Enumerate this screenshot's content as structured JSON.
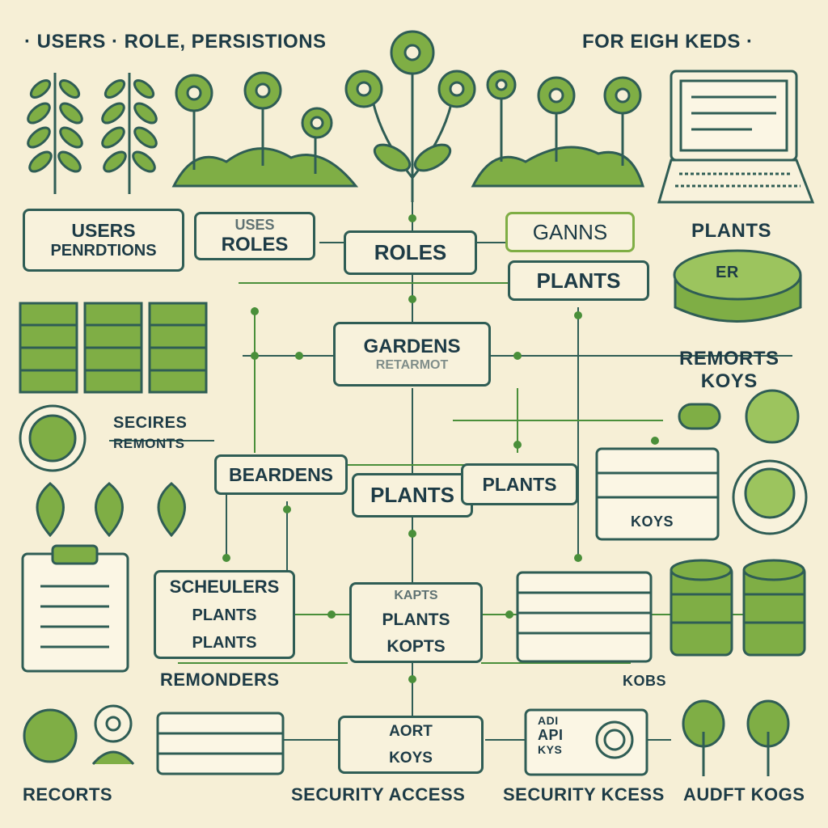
{
  "header": {
    "left": "· USERS · ROLE, PERSISTIONS",
    "right": "FOR EIGH KEDS ·"
  },
  "boxes": {
    "users_permissions": {
      "line1": "USERS",
      "line2": "PENRDTIONS"
    },
    "roles_small": {
      "line1": "USES",
      "line2": "ROLES"
    },
    "roles_center": "ROLES",
    "ganns": "GANNS",
    "plants_top": "PLANTS",
    "gardens": {
      "main": "GARDENS",
      "sub": "RETARMOT"
    },
    "beardens": "BEARDENS",
    "plants_mid": "PLANTS",
    "plants_right": "PLANTS",
    "schedulers": {
      "title": "SCHEULERS",
      "row1": "PLANTS",
      "row2": "PLANTS"
    },
    "kapts": {
      "row1": "KAPTS",
      "row2": "PLANTS",
      "row3": "KOPTS"
    },
    "port_keys": {
      "row1": "AORT",
      "row2": "KOYS"
    },
    "api_keys": {
      "row1": "ADI",
      "row2": "API",
      "row3": "KYS"
    }
  },
  "labels": {
    "plants_right_title": "PLANTS",
    "remorts_keys": {
      "line1": "REMORTS",
      "line2": "KOYS"
    },
    "secires": {
      "line1": "SECIRES",
      "line2": "REMONTS"
    },
    "koys_list": "KOYS",
    "remonders": "REMONDERS",
    "kobs": "KOBS",
    "laptop_db": "ER"
  },
  "footer": {
    "recorts": "RECORTS",
    "security_access": "SECURITY ACCESS",
    "security_kcess": "SECURITY KCESS",
    "audft_kogs": "AUDFT KOGS"
  },
  "colors": {
    "background": "#f6efd6",
    "accent_green": "#7fae45",
    "ink": "#1d3b46",
    "outline": "#2f5d55"
  }
}
